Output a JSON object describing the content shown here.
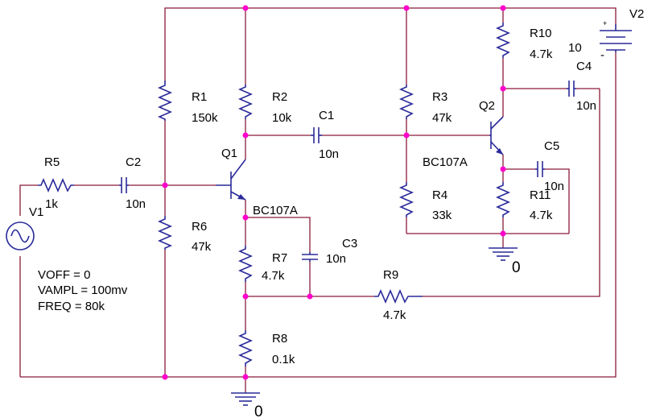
{
  "components": {
    "R1": {
      "ref": "R1",
      "value": "150k"
    },
    "R2": {
      "ref": "R2",
      "value": "10k"
    },
    "R3": {
      "ref": "R3",
      "value": "47k"
    },
    "R4": {
      "ref": "R4",
      "value": "33k"
    },
    "R5": {
      "ref": "R5",
      "value": "1k"
    },
    "R6": {
      "ref": "R6",
      "value": "47k"
    },
    "R7": {
      "ref": "R7",
      "value": "4.7k"
    },
    "R8": {
      "ref": "R8",
      "value": "0.1k"
    },
    "R9": {
      "ref": "R9",
      "value": "4.7k"
    },
    "R10": {
      "ref": "R10",
      "value": "4.7k"
    },
    "R11": {
      "ref": "R11",
      "value": "4.7k"
    },
    "C1": {
      "ref": "C1",
      "value": "10n"
    },
    "C2": {
      "ref": "C2",
      "value": "10n"
    },
    "C3": {
      "ref": "C3",
      "value": "10n"
    },
    "C4": {
      "ref": "C4",
      "value": "10n"
    },
    "C5": {
      "ref": "C5",
      "value": "10n"
    },
    "Q1": {
      "ref": "Q1",
      "model": "BC107A"
    },
    "Q2": {
      "ref": "Q2",
      "model": "BC107A"
    },
    "V1": {
      "ref": "V1",
      "params": [
        "VOFF = 0",
        "VAMPL = 100mv",
        "FREQ = 80k"
      ]
    },
    "V2": {
      "ref": "V2",
      "value": "10",
      "plus": "+",
      "minus": "-"
    }
  },
  "grounds": {
    "gnd1": "0",
    "gnd2": "0"
  },
  "colors": {
    "wire": "#8b1a3a",
    "part": "#2a2a9a",
    "junction": "#ff00cc",
    "text": "#000000"
  }
}
